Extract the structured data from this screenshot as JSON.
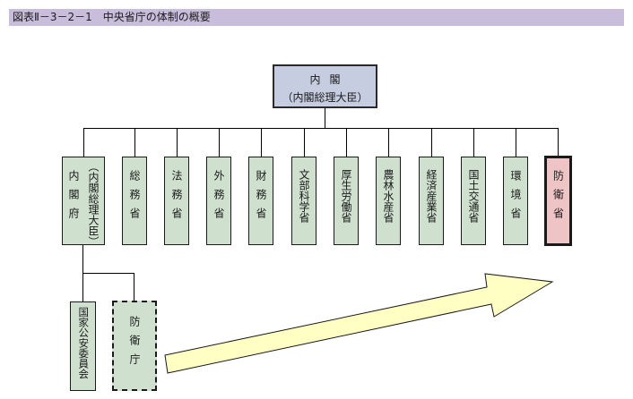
{
  "title": "図表Ⅱ－3－2－1　中央省庁の体制の概要",
  "cabinet": {
    "name": "内閣",
    "subtitle": "（内閣総理大臣）"
  },
  "cabinet_office": {
    "name": "内閣府",
    "subtitle": "（内閣総理大臣）"
  },
  "ministries": [
    {
      "name": "総務省"
    },
    {
      "name": "法務省"
    },
    {
      "name": "外務省"
    },
    {
      "name": "財務省"
    },
    {
      "name": "文部科学省"
    },
    {
      "name": "厚生労働省"
    },
    {
      "name": "農林水産省"
    },
    {
      "name": "経済産業省"
    },
    {
      "name": "国土交通省"
    },
    {
      "name": "環境省"
    },
    {
      "name": "防衛省",
      "highlight_color": "#efc4c6"
    }
  ],
  "sub_agencies": [
    {
      "name": "国家公安委員会"
    },
    {
      "name": "防衛庁",
      "style": "dashed"
    }
  ],
  "colors": {
    "title_bar": "#c8bedc",
    "cabinet_fill": "#c6cde0",
    "box_fill": "#cfe0cf",
    "mod_fill": "#efc4c6",
    "arrow_fill": "#ffffc4"
  },
  "arrow": {
    "meaning": "防衛庁 → 防衛省 (transition)"
  }
}
